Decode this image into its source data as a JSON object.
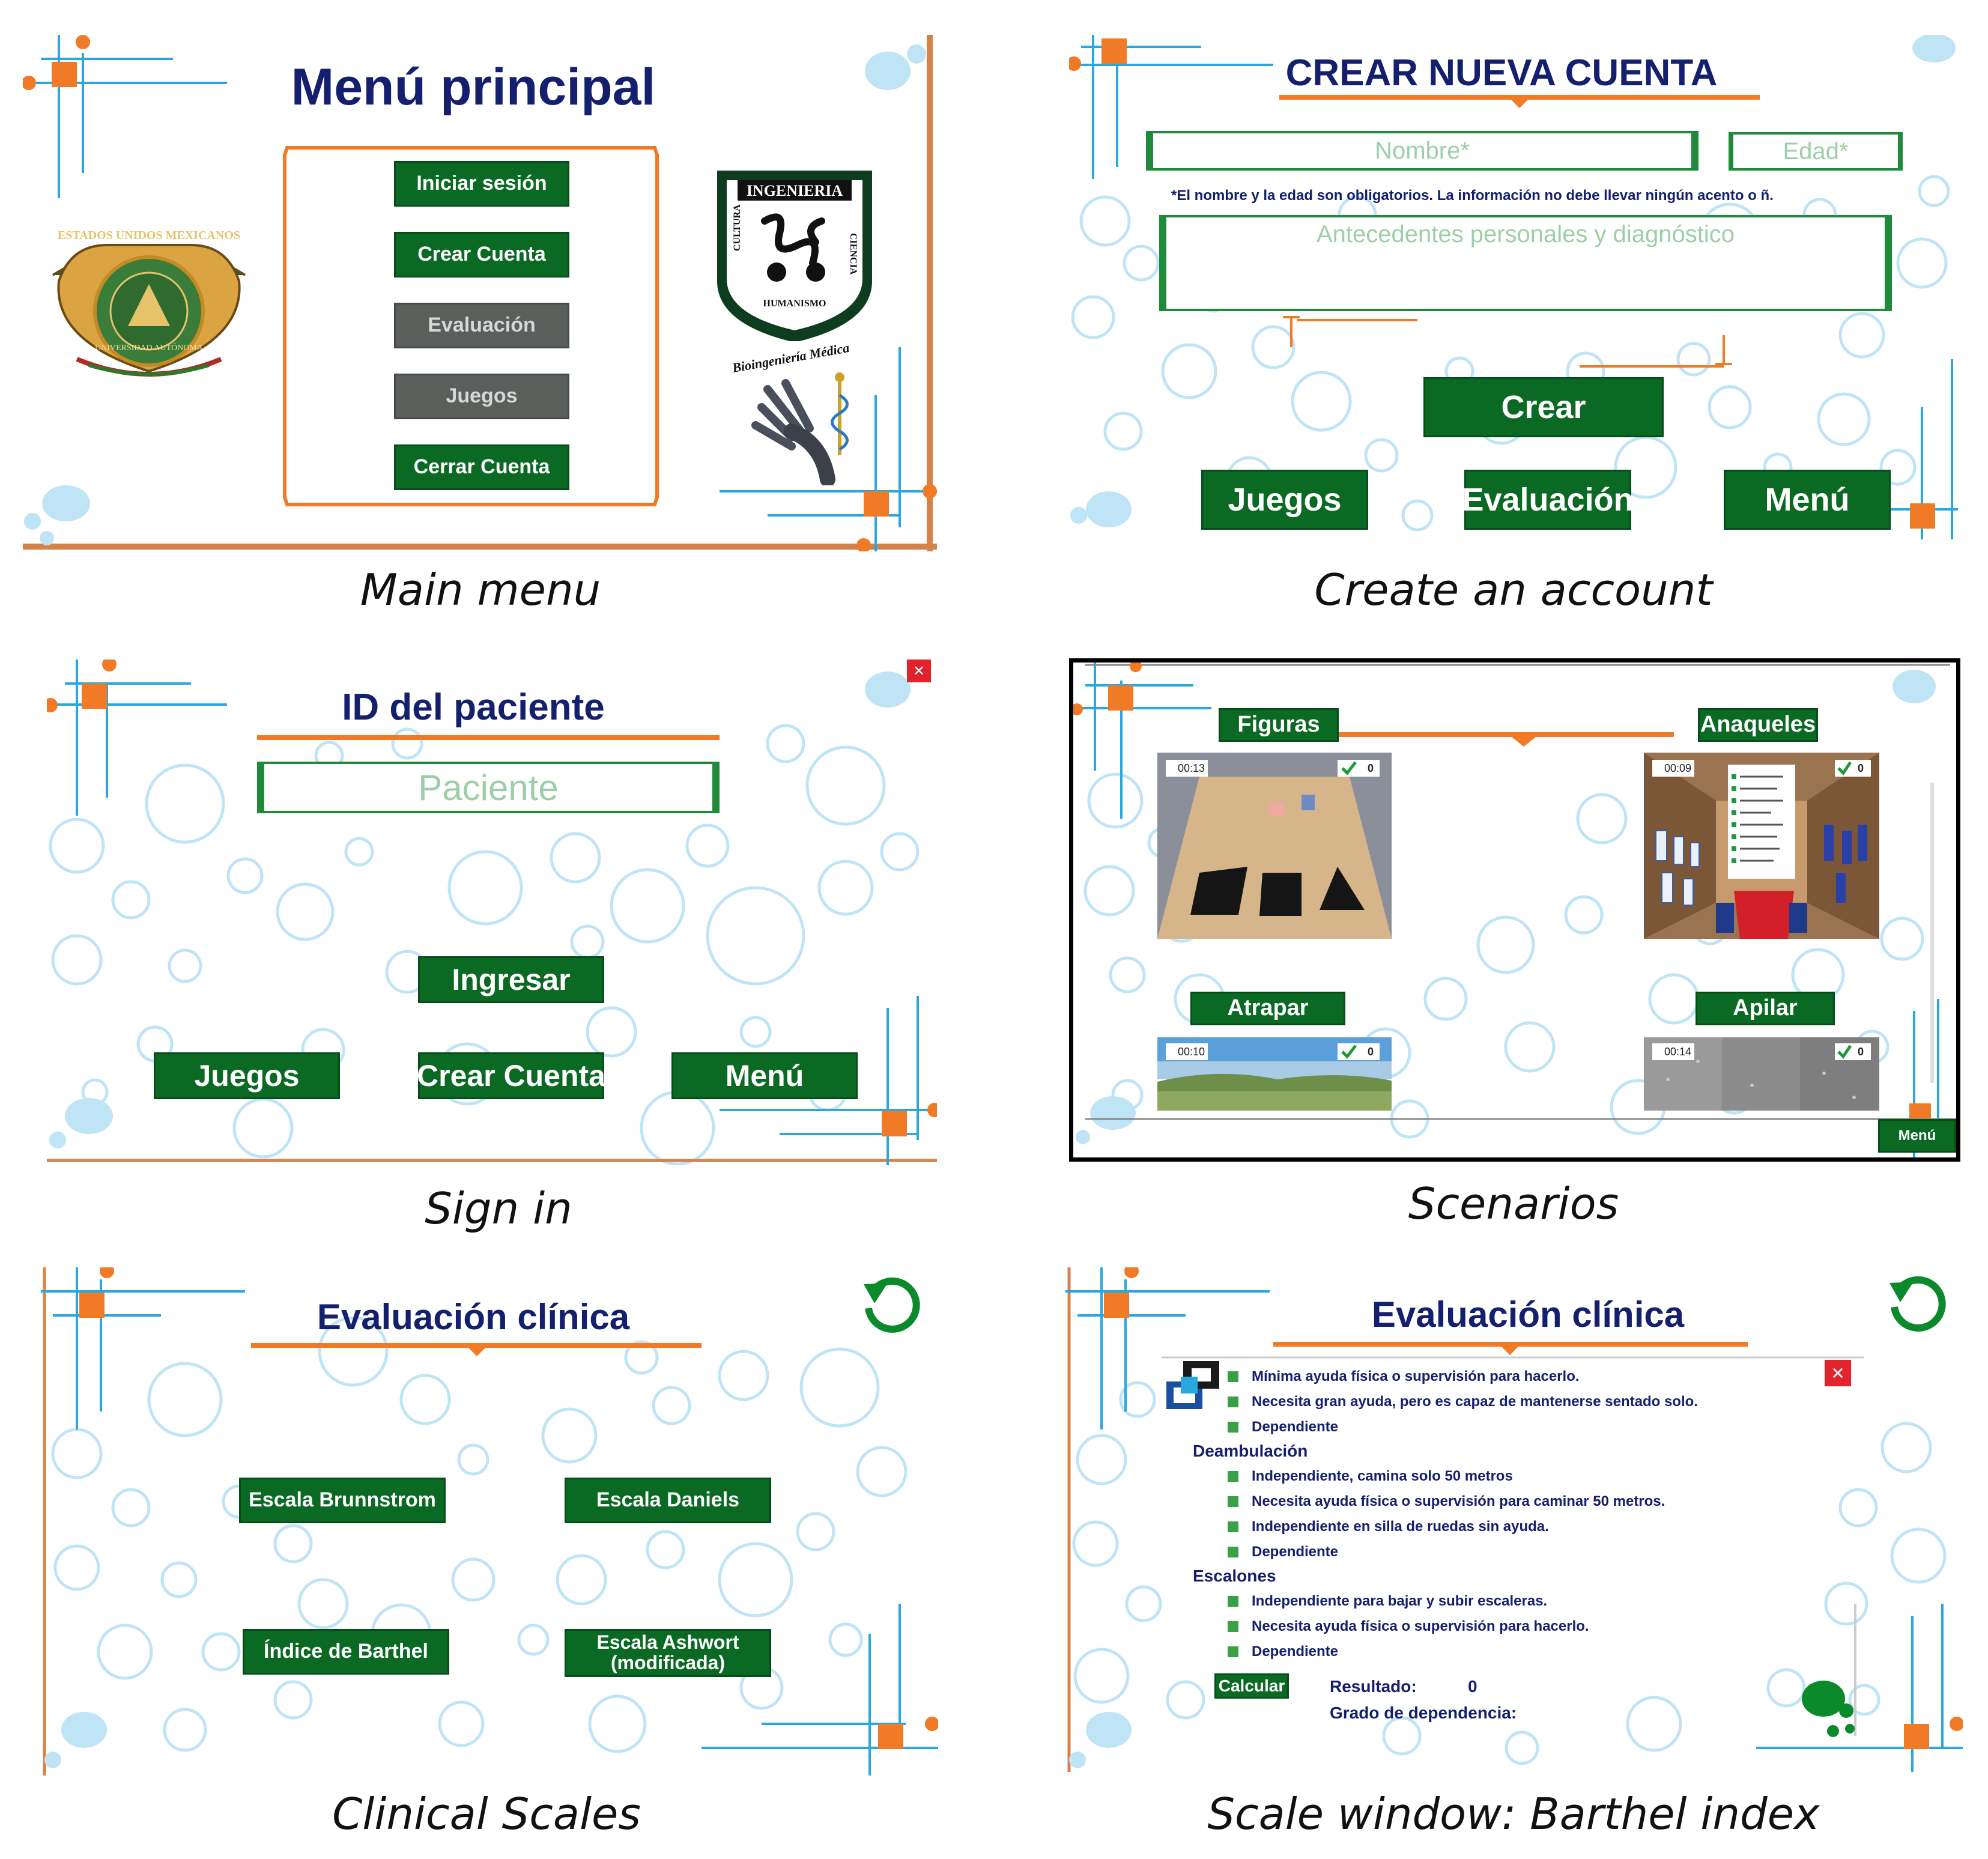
{
  "captions": {
    "main_menu": "Main menu",
    "create_account": "Create an account",
    "sign_in": "Sign in",
    "scenarios": "Scenarios",
    "clinical_scales": "Clinical Scales",
    "scale_window": "Scale window: Barthel index"
  },
  "main_menu": {
    "title": "Menú principal",
    "buttons": {
      "login": "Iniciar sesión",
      "create_account": "Crear Cuenta",
      "evaluation": "Evaluación",
      "games": "Juegos",
      "close_account": "Cerrar Cuenta"
    },
    "logo_left": {
      "arc_text": "ESTADOS UNIDOS MEXICANOS",
      "inner_text": "UNIVERSIDAD AUTÓNOMA"
    },
    "logo_right": {
      "banner": "INGENIERIA",
      "left_text": "CULTURA",
      "right_text": "CIENCIA",
      "bottom_text": "HUMANISMO",
      "sub_text": "Bioingeniería Médica"
    }
  },
  "create_account": {
    "title": "CREAR NUEVA CUENTA",
    "name_placeholder": "Nombre*",
    "age_placeholder": "Edad*",
    "note": "*El nombre y la edad son obligatorios. La información no debe llevar ningún acento o ñ.",
    "history_placeholder": "Antecedentes personales y diagnóstico",
    "buttons": {
      "create": "Crear",
      "games": "Juegos",
      "evaluation": "Evaluación",
      "menu": "Menú"
    }
  },
  "sign_in": {
    "title": "ID del paciente",
    "patient_placeholder": "Paciente",
    "buttons": {
      "enter": "Ingresar",
      "games": "Juegos",
      "create_account": "Crear Cuenta",
      "menu": "Menú"
    },
    "close": "✕"
  },
  "scenarios": {
    "labels": {
      "figures": "Figuras",
      "shelves": "Anaqueles",
      "catch": "Atrapar",
      "stack": "Apilar"
    },
    "timers": {
      "figures": "00:13",
      "shelves": "00:09",
      "catch": "00:10",
      "stack": "00:14"
    },
    "scores": {
      "figures": "0",
      "shelves": "0",
      "catch": "0",
      "stack": "0"
    },
    "menu_button": "Menú"
  },
  "clinical_scales": {
    "title": "Evaluación clínica",
    "buttons": {
      "brunnstrom": "Escala Brunnstrom",
      "daniels": "Escala Daniels",
      "barthel": "Índice de Barthel",
      "ashworth_line1": "Escala Ashwort",
      "ashworth_line2": "(modificada)"
    }
  },
  "barthel": {
    "title": "Evaluación clínica",
    "top_items": [
      "Mínima ayuda física o supervisión para hacerlo.",
      "Necesita gran ayuda, pero es capaz de mantenerse sentado solo.",
      "Dependiente"
    ],
    "sections": [
      {
        "label": "Deambulación",
        "items": [
          "Independiente, camina solo 50 metros",
          "Necesita ayuda física o supervisión para caminar 50 metros.",
          "Independiente en silla de ruedas sin ayuda.",
          "Dependiente"
        ]
      },
      {
        "label": "Escalones",
        "items": [
          "Independiente para bajar y subir escaleras.",
          "Necesita ayuda física o supervisión para hacerlo.",
          "Dependiente"
        ]
      }
    ],
    "calculate_button": "Calcular",
    "result_label": "Resultado:",
    "result_value": "0",
    "dependency_label": "Grado de dependencia:",
    "close": "✕"
  },
  "colors": {
    "button_green": "#0a6a24",
    "title_navy": "#14206e",
    "accent_orange": "#f07a25",
    "bubble_blue": "#bfe4f5",
    "deco_blue": "#29a8e0"
  }
}
